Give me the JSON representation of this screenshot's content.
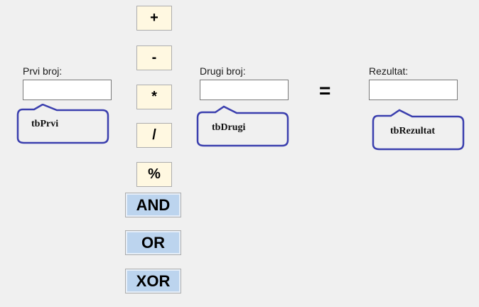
{
  "fields": {
    "first": {
      "label": "Prvi broj:",
      "value": "",
      "callout": "tbPrvi"
    },
    "second": {
      "label": "Drugi broj:",
      "value": "",
      "callout": "tbDrugi"
    },
    "result": {
      "label": "Rezultat:",
      "value": "",
      "callout": "tbRezultat"
    }
  },
  "equals_sign": "=",
  "operators": [
    {
      "label": "+"
    },
    {
      "label": "-"
    },
    {
      "label": "*"
    },
    {
      "label": "/"
    },
    {
      "label": "%"
    }
  ],
  "logical": [
    {
      "label": "AND"
    },
    {
      "label": "OR"
    },
    {
      "label": "XOR"
    }
  ],
  "colors": {
    "operator_button_bg": "#fff8e1",
    "logical_button_bg": "#bcd4ee",
    "callout_stroke": "#3b3fae",
    "background": "#f0f0f0"
  }
}
